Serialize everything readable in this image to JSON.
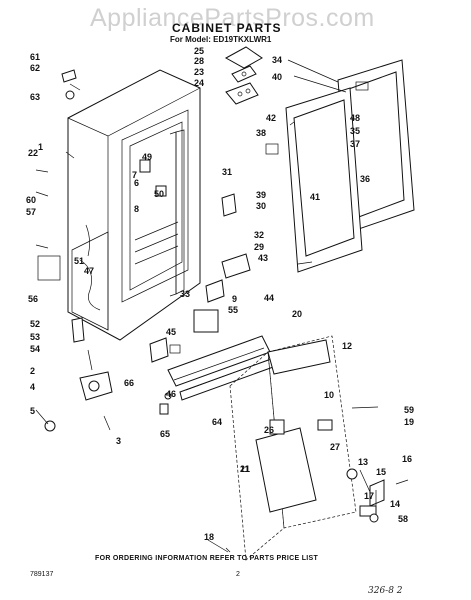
{
  "header": {
    "watermark": "AppliancePartsPros.com",
    "title": "CABINET PARTS",
    "model_line": "For Model: ED19TKXLWR1"
  },
  "footer": {
    "ordering_note": "FOR ORDERING INFORMATION REFER TO PARTS PRICE LIST",
    "doc_number": "789137",
    "page_number": "2",
    "handwritten_note": "326-8 2"
  },
  "callouts": [
    "1",
    "2",
    "3",
    "4",
    "5",
    "6",
    "7",
    "8",
    "9",
    "10",
    "11",
    "12",
    "13",
    "14",
    "15",
    "16",
    "17",
    "18",
    "19",
    "20",
    "21",
    "22",
    "23",
    "24",
    "25",
    "26",
    "27",
    "28",
    "29",
    "30",
    "31",
    "32",
    "33",
    "34",
    "35",
    "36",
    "37",
    "38",
    "39",
    "40",
    "41",
    "42",
    "43",
    "44",
    "45",
    "46",
    "47",
    "48",
    "49",
    "50",
    "51",
    "52",
    "53",
    "54",
    "55",
    "56",
    "57",
    "58",
    "59",
    "60",
    "61",
    "62",
    "63",
    "64",
    "65",
    "66"
  ]
}
